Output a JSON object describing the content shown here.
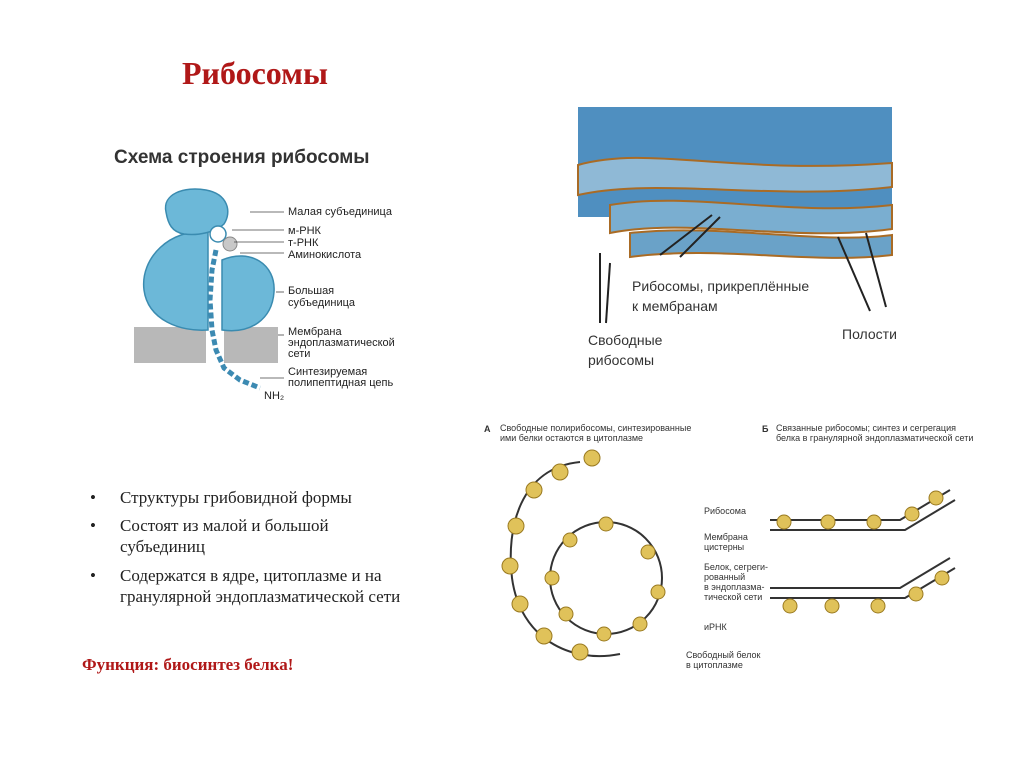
{
  "slide": {
    "title": "Рибосомы",
    "bullets": [
      "Структуры грибовидной формы",
      "Состоят из малой и большой субъединиц",
      "Содержатся в ядре, цитоплазме и на гранулярной эндоплазматической сети"
    ],
    "function_text": "Функция: биосинтез белка!"
  },
  "scheme": {
    "heading": "Схема строения рибосомы",
    "labels": {
      "small": "Малая субъединица",
      "mrna": "м-РНК",
      "trna": "т-РНК",
      "amino": "Аминокислота",
      "large1": "Большая",
      "large2": "субъединица",
      "membrane1": "Мембрана",
      "membrane2": "эндоплазматической",
      "membrane3": "сети",
      "chain1": "Синтезируемая",
      "chain2": "полипептидная цепь",
      "nh2": "NH₂"
    },
    "colors": {
      "ribosome": "#6cb8d8",
      "membrane": "#b8b8b8",
      "chain": "#3c8ab2"
    }
  },
  "er_photo": {
    "attached1": "Рибосомы, прикреплённые",
    "attached2": "к мембранам",
    "free1": "Свободные",
    "free2": "рибосомы",
    "cavities": "Полости"
  },
  "polysome": {
    "a_letter": "А",
    "a_caption1": "Свободные полирибосомы, синтезированные",
    "a_caption2": "ими белки остаются в цитоплазме",
    "b_letter": "Б",
    "b_caption1": "Связанные рибосомы; синтез и сегрегация",
    "b_caption2": "белка в гранулярной эндоплазматической сети",
    "ribosome": "Рибосома",
    "membrane1": "Мембрана",
    "membrane2": "цистерны",
    "protein1": "Белок, сегреги-",
    "protein2": "рованный",
    "protein3": "в эндоплазма-",
    "protein4": "тической сети",
    "mrna": "иРНК",
    "free1": "Свободный белок",
    "free2": "в цитоплазме"
  }
}
